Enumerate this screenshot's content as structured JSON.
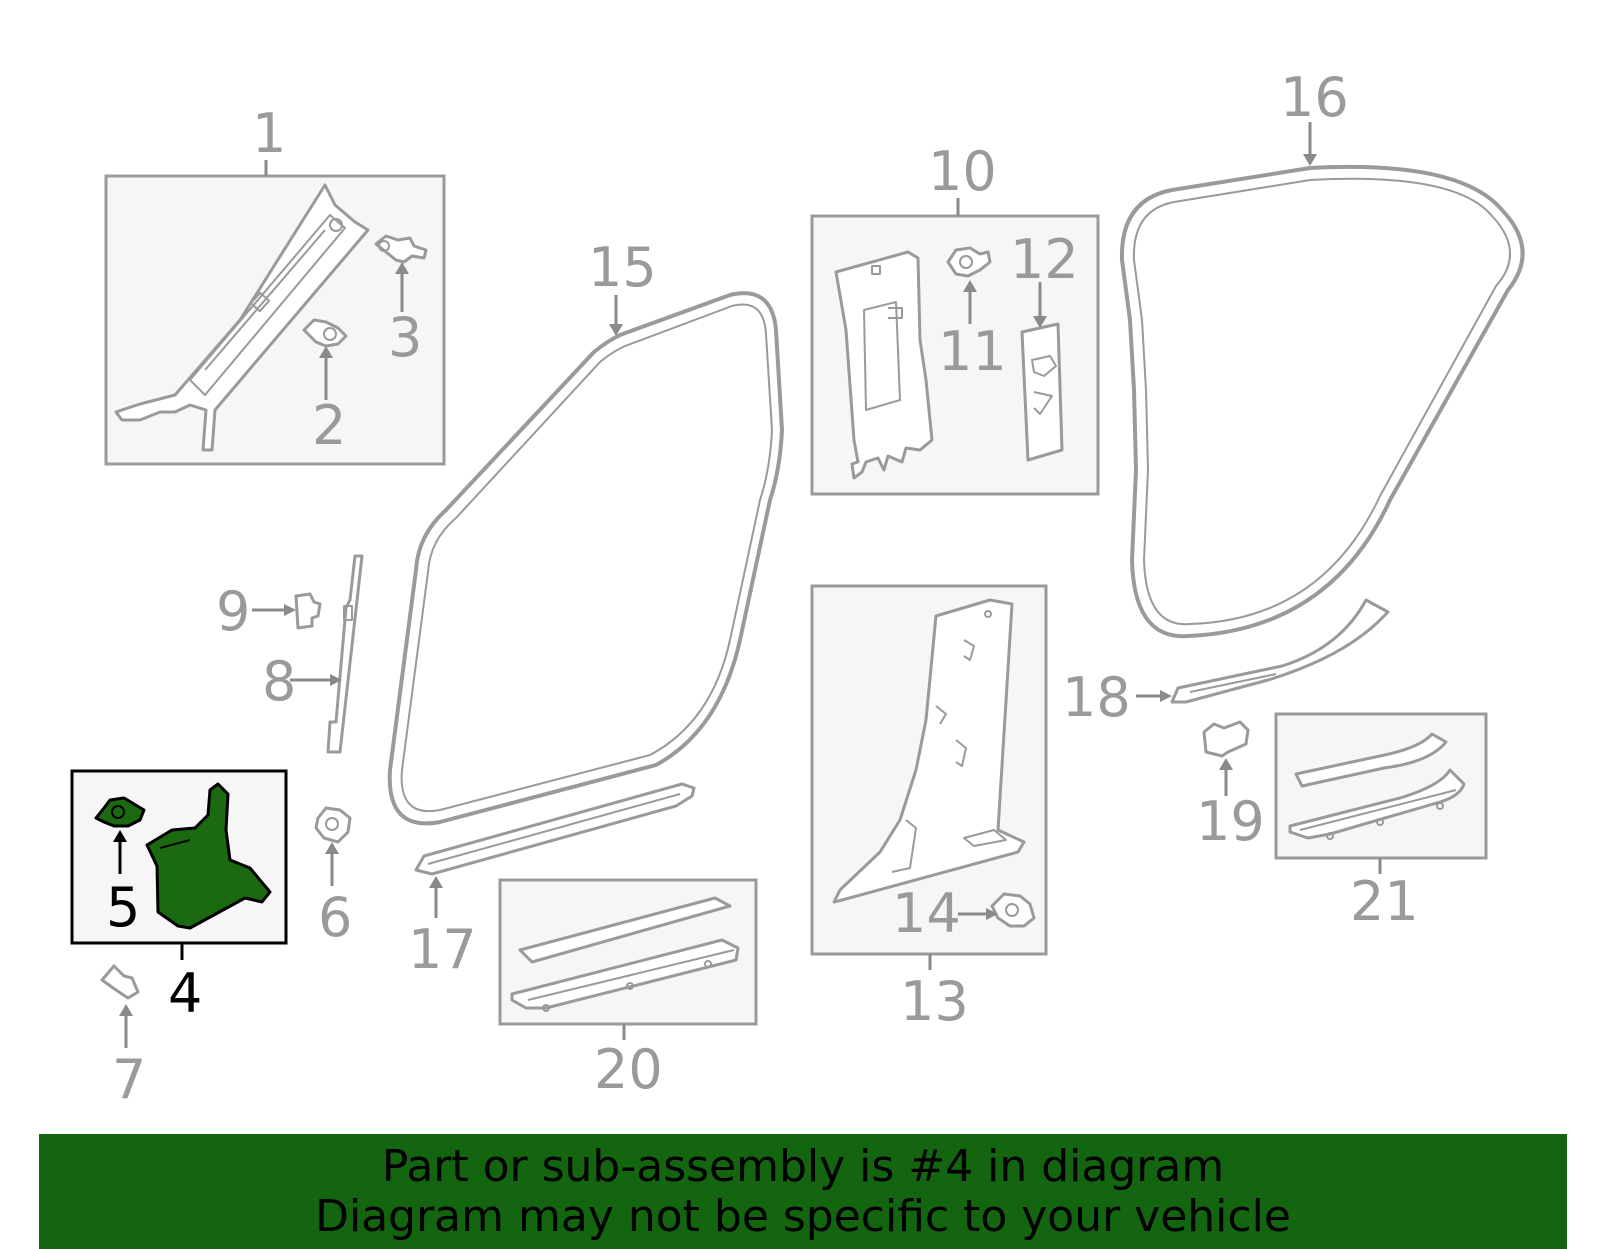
{
  "diagram": {
    "callouts": {
      "c1": "1",
      "c2": "2",
      "c3": "3",
      "c4": "4",
      "c5": "5",
      "c6": "6",
      "c7": "7",
      "c8": "8",
      "c9": "9",
      "c10": "10",
      "c11": "11",
      "c12": "12",
      "c13": "13",
      "c14": "14",
      "c15": "15",
      "c16": "16",
      "c17": "17",
      "c18": "18",
      "c19": "19",
      "c20": "20",
      "c21": "21"
    },
    "highlighted_part": "4",
    "colors": {
      "highlight_fill": "#1b6a12",
      "banner_background": "#146510",
      "line_gray": "#9a9a9a",
      "box_fill": "#f6f6f6"
    }
  },
  "banner": {
    "line1": "Part or sub-assembly is #4 in diagram",
    "line2": "Diagram may not be specific to your vehicle"
  }
}
